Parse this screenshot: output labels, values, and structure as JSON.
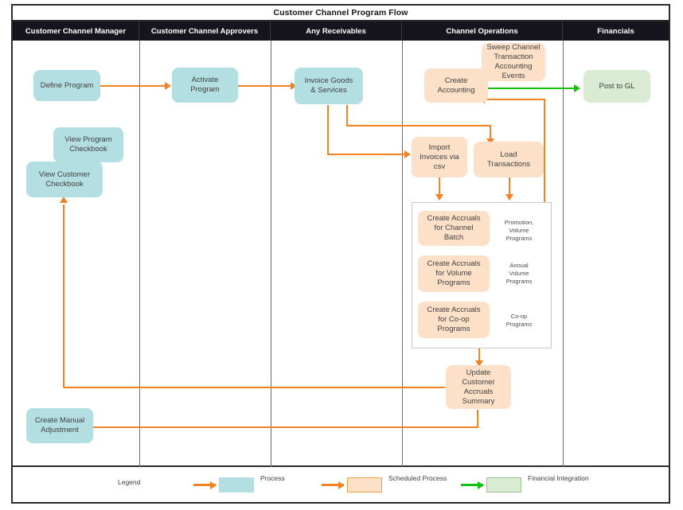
{
  "diagram": {
    "title": "Customer Channel Program Flow",
    "lanes": [
      {
        "label": "Customer Channel Manager"
      },
      {
        "label": "Customer Channel Approvers"
      },
      {
        "label": "Any Receivables"
      },
      {
        "label": "Channel Operations"
      },
      {
        "label": "Financials"
      }
    ],
    "nodes": {
      "define_program": "Define Program",
      "view_program_checkbook": "View Program\nCheckbook",
      "view_customer_checkbook": "View Customer\nCheckbook",
      "create_manual_adjustment": "Create Manual\nAdjustment",
      "activate_program": "Activate\nProgram",
      "invoice_goods_services": "Invoice Goods\n& Services",
      "create_accounting": "Create\nAccounting",
      "sweep_channel": "Sweep Channel\nTransaction\nAccounting\nEvents",
      "import_invoices_csv": "Import\nInvoices via\ncsv",
      "load_transactions": "Load\nTransactions",
      "create_accruals_channel_batch": "Create Accruals\nfor Channel\nBatch",
      "create_accruals_volume": "Create Accruals\nfor Volume\nPrograms",
      "create_accruals_coop": "Create Accruals\nfor Co-op\nPrograms",
      "update_customer_accruals_summary": "Update\nCustomer\nAccruals\nSummary",
      "post_to_gl": "Post to GL"
    },
    "notes": {
      "note_promotion_volume": "Promotion,\nVolume\nPrograms",
      "note_annual_volume": "Annual\nVolume\nPrograms",
      "note_coop": "Co-op\nPrograms"
    },
    "legend": {
      "label": "Legend",
      "items": [
        {
          "name": "Process",
          "swatch_color": "#b3dfe3",
          "arrow_color": "#f58220",
          "border": "none"
        },
        {
          "name": "Scheduled\nProcess",
          "swatch_color": "#fce1c8",
          "arrow_color": "#f58220",
          "border": "#e8a13c"
        },
        {
          "name": "Financial\nIntegration",
          "swatch_color": "#d9ebd3",
          "arrow_color": "#13c20a",
          "border": "#9bc48e"
        }
      ]
    },
    "colors": {
      "process": "#b3dfe3",
      "scheduled_process": "#fce1c8",
      "financial_integration": "#d9ebd3",
      "flow_arrow": "#f58220",
      "financial_arrow": "#13c20a",
      "header_background": "#16141d",
      "frame": "#2b2b2b"
    }
  }
}
